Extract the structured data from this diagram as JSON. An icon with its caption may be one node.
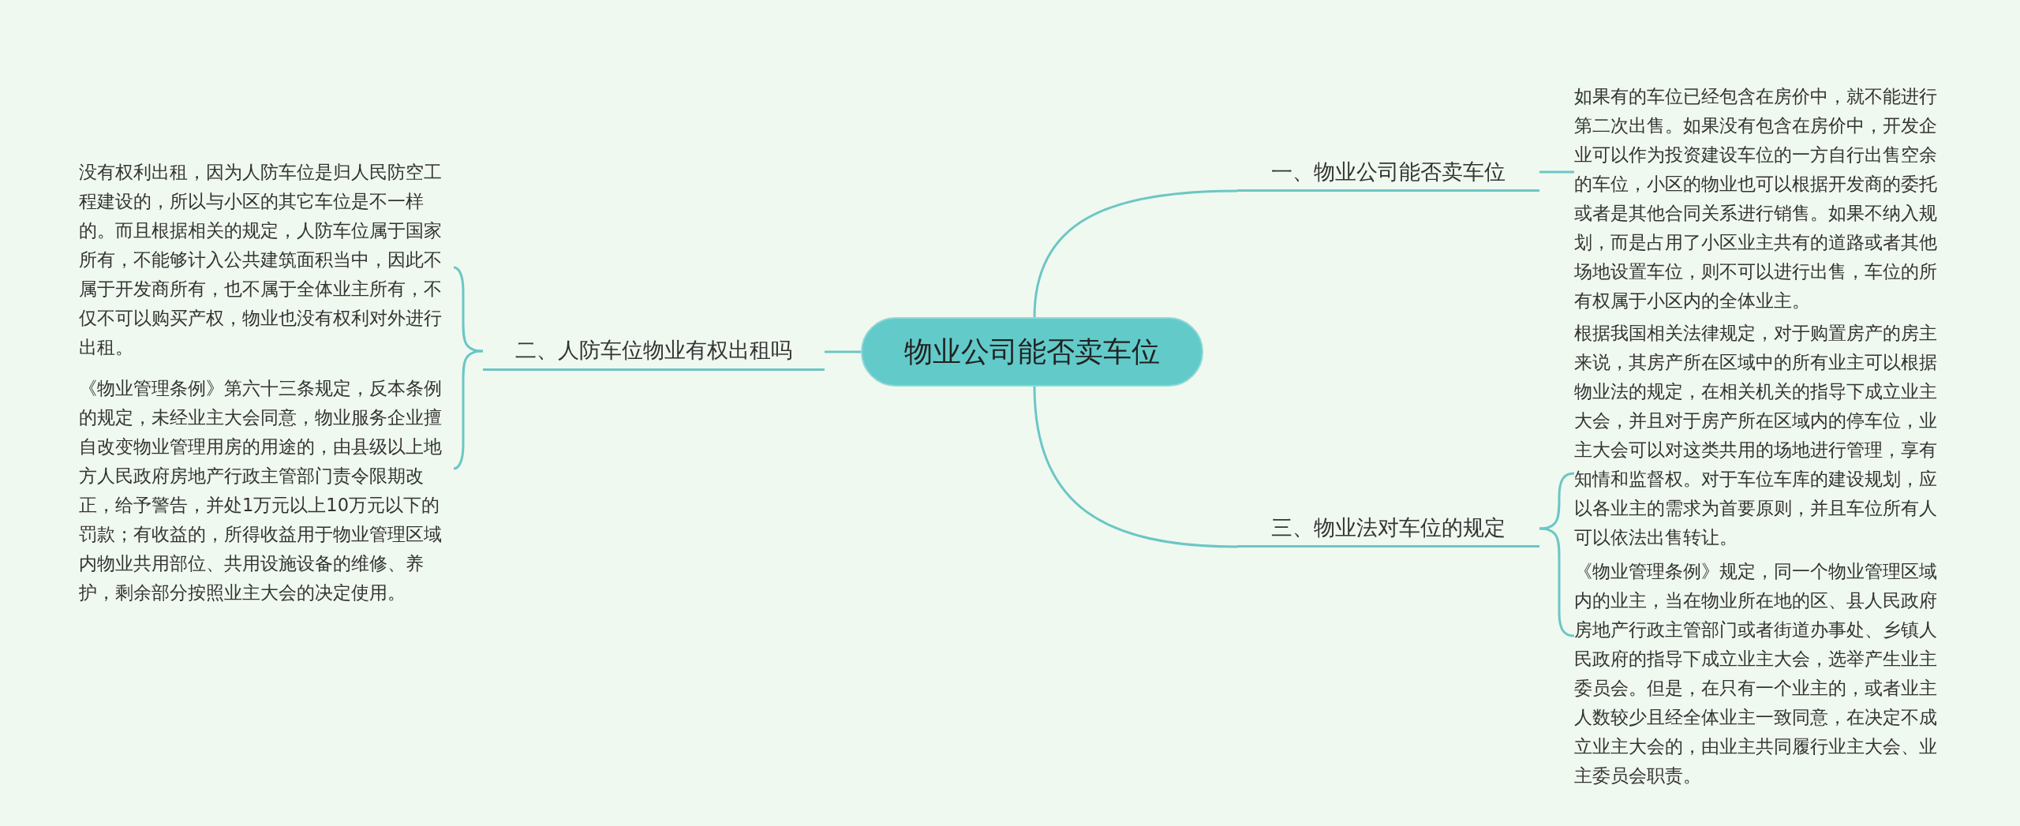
{
  "diagram": {
    "nodes": [
      {
        "text": [
          "物业公司能否卖车位"
        ]
      },
      {
        "text": [
          "一、物业公司能否卖车位"
        ]
      },
      {
        "text": [
          "如果有的车位已经包含在房价中，就不能进行第二次出售。如果没有包含在房价中，开发企业可以作为投资建设车位的一方自行出售空余的车位，小区的物业也可以根据开发商的委托或者是其他合同关系进行销售。如果不纳入规划，而是占用了小区业主共有的道路或者其他场地设置车位，则不可以进行出售，车位的所有权属于小区内的全体业主。"
        ]
      },
      {
        "text": [
          "二、人防车位物业有权出租吗"
        ]
      },
      {
        "text": [
          "没有权利出租，因为人防车位是归人民防空工程建设的，所以与小区的其它车位是不一样的。而且根据相关的规定，人防车位属于国家所有，不能够计入公共建筑面积当中，因此不属于开发商所有，也不属于全体业主所有，不仅不可以购买产权，物业也没有权利对外进行出租。"
        ]
      },
      {
        "text": [
          "《物业管理条例》第六十三条规定，反本条例的规定，未经业主大会同意，物业服务企业擅自改变物业管理用房的用途的，由县级以上地方人民政府房地产行政主管部门责令限期改正，给予警告，并处1万元以上10万元以下的罚款；有收益的，所得收益用于物业管理区域内物业共用部位、共用设施设备的维修、养护，剩余部分按照业主大会的决定使用。"
        ]
      },
      {
        "text": [
          "三、物业法对车位的规定"
        ]
      },
      {
        "text": [
          "根据我国相关法律规定，对于购置房产的房主来说，其房产所在区域中的所有业主可以根据物业法的规定，在相关机关的指导下成立业主大会，并且对于房产所在区域内的停车位，业主大会可以对这类共用的场地进行管理，享有知情和监督权。对于车位车库的建设规划，应以各业主的需求为首要原则，并且车位所有人可以依法出售转让。"
        ]
      },
      {
        "text": [
          "《物业管理条例》规定，同一个物业管理区域内的业主，当在物业所在地的区、县人民政府房地产行政主管部门或者街道办事处、乡镇人民政府的指导下成立业主大会，选举产生业主委员会。但是，在只有一个业主的，或者业主人数较少且经全体业主一致同意，在决定不成立业主大会的，由业主共同履行业主大会、业主委员会职责。"
        ]
      }
    ],
    "edges": [
      {
        "from": 0,
        "to": 1,
        "arrow": "none"
      },
      {
        "from": 1,
        "to": 2,
        "arrow": "none"
      },
      {
        "from": 0,
        "to": 3,
        "arrow": "none"
      },
      {
        "from": 3,
        "to": 4,
        "arrow": "none"
      },
      {
        "from": 3,
        "to": 5,
        "arrow": "none"
      },
      {
        "from": 0,
        "to": 6,
        "arrow": "none"
      },
      {
        "from": 6,
        "to": 7,
        "arrow": "none"
      },
      {
        "from": 6,
        "to": 8,
        "arrow": "none"
      }
    ]
  }
}
